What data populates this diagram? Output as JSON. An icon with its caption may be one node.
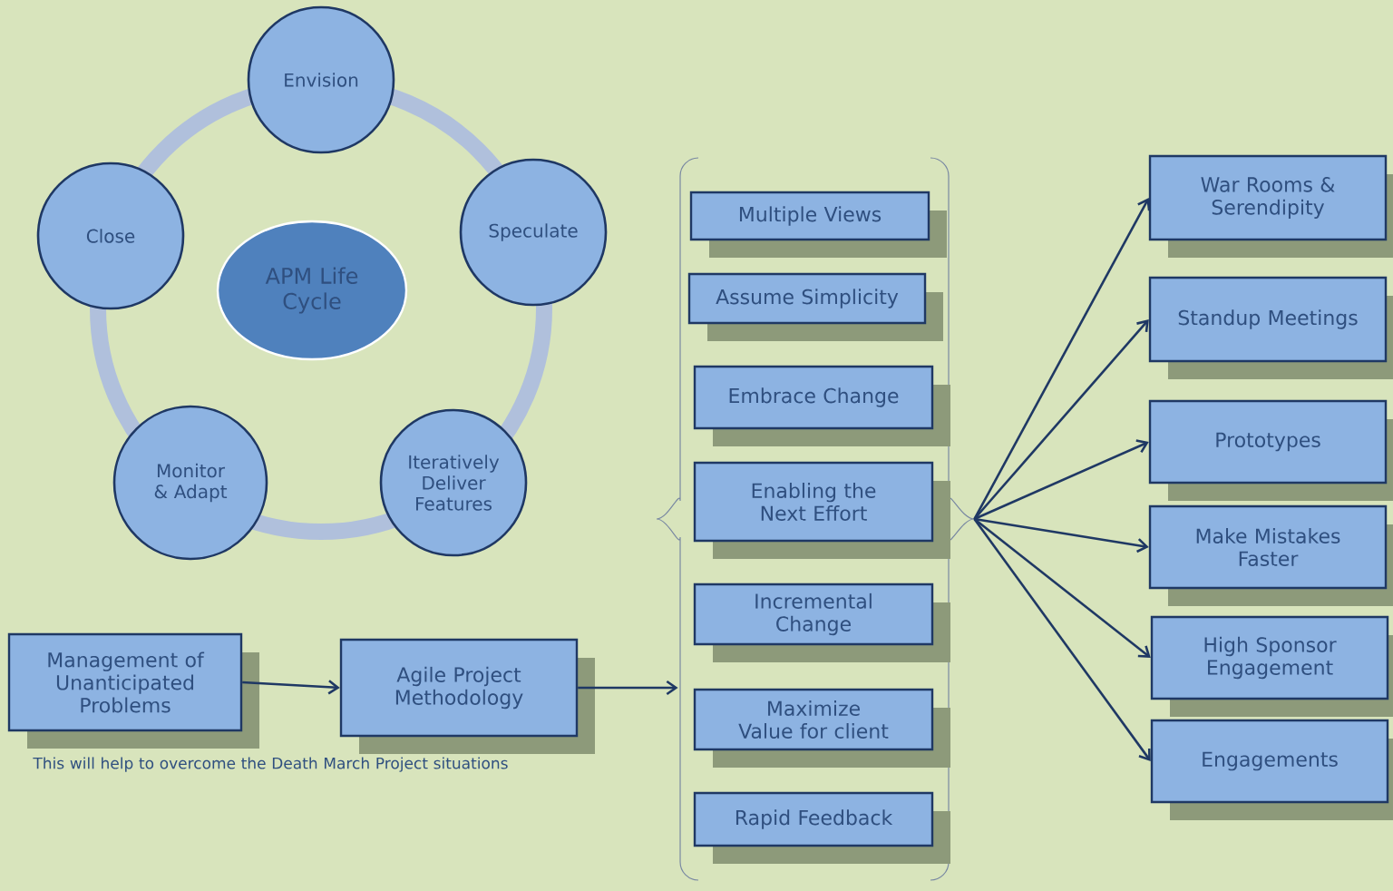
{
  "diagram": {
    "nodes": [
      {
        "text": [
          "Envision"
        ]
      },
      {
        "text": [
          "Speculate"
        ]
      },
      {
        "text": [
          "Iteratively Deliver Features"
        ]
      },
      {
        "text": [
          "Monitor & Adapt"
        ]
      },
      {
        "text": [
          "Close"
        ]
      },
      {
        "text": [
          "APM Life Cycle"
        ]
      },
      {
        "text": [
          "Management of Unanticipated Problems"
        ]
      },
      {
        "text": [
          "Agile Project Methodology"
        ]
      },
      {
        "text": [],
        "shape": "bracket"
      },
      {
        "text": [
          "Multiple Views"
        ],
        "in": 8
      },
      {
        "text": [
          "Assume Simplicity"
        ],
        "in": 8
      },
      {
        "text": [
          "Embrace Change"
        ],
        "in": 8
      },
      {
        "text": [
          "Enabling the Next Effort"
        ],
        "in": 8
      },
      {
        "text": [
          "Incremental Change"
        ],
        "in": 8
      },
      {
        "text": [
          "Maximize Value for client"
        ],
        "in": 8
      },
      {
        "text": [
          "Rapid Feedback"
        ],
        "in": 8
      },
      {
        "text": [
          "War Rooms & Serendipity"
        ]
      },
      {
        "text": [
          "Standup Meetings"
        ]
      },
      {
        "text": [
          "Prototypes"
        ]
      },
      {
        "text": [
          "Make Mistakes Faster"
        ]
      },
      {
        "text": [
          "High Sponsor Engagement"
        ]
      },
      {
        "text": [
          "Engagements"
        ]
      }
    ],
    "edges": [
      {
        "from": 6,
        "to": 7,
        "arrow": "to"
      },
      {
        "from": 7,
        "to": 8,
        "arrow": "to"
      },
      {
        "from": 8,
        "to": 16,
        "arrow": "to"
      },
      {
        "from": 8,
        "to": 17,
        "arrow": "to"
      },
      {
        "from": 8,
        "to": 18,
        "arrow": "to"
      },
      {
        "from": 8,
        "to": 19,
        "arrow": "to"
      },
      {
        "from": 8,
        "to": 20,
        "arrow": "to"
      },
      {
        "from": 8,
        "to": 21,
        "arrow": "to"
      }
    ],
    "labels": [
      "This will help to overcome the Death March Project situations"
    ]
  }
}
